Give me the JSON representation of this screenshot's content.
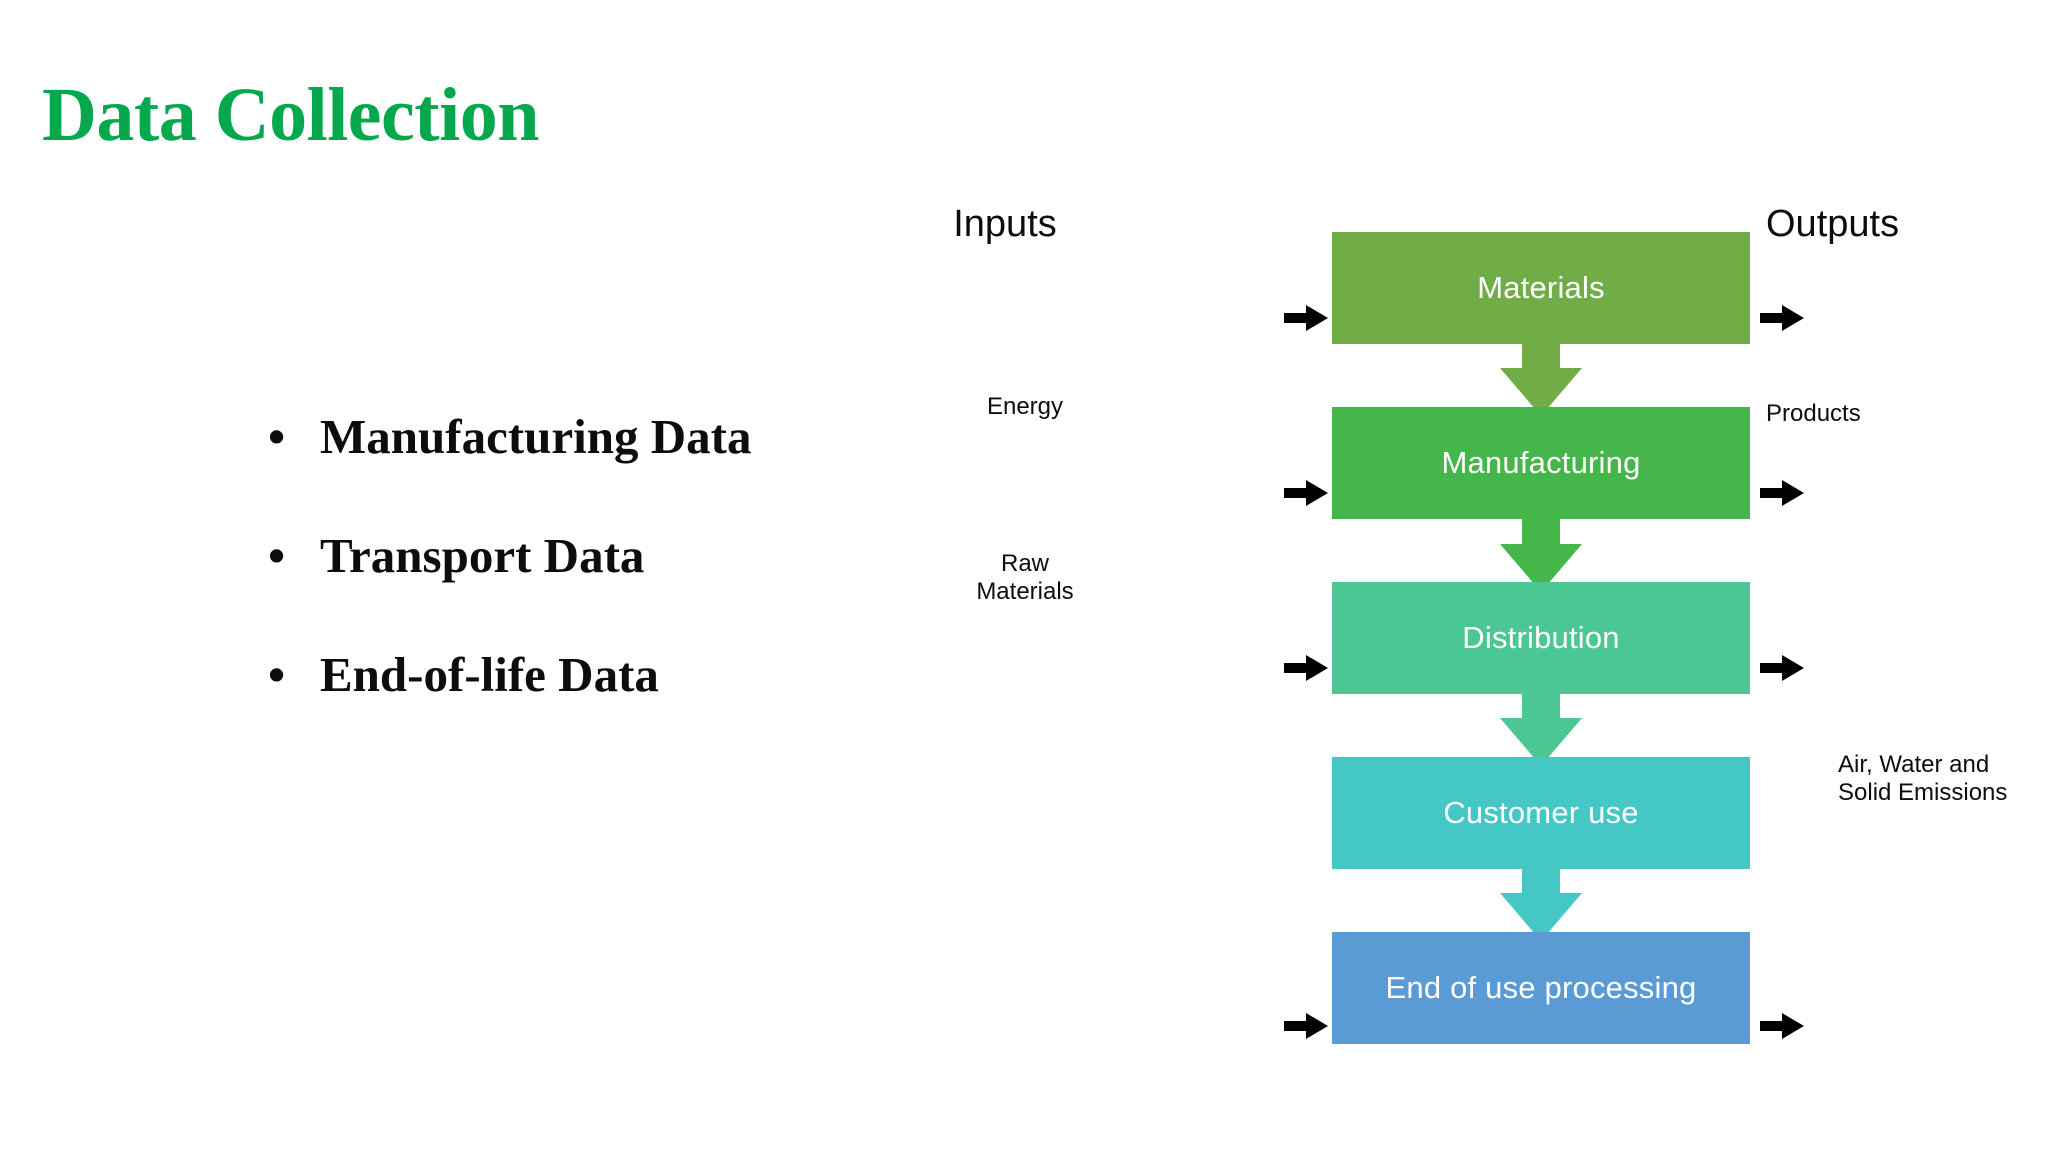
{
  "slide": {
    "title": "Data Collection",
    "title_color": "#06a84e",
    "background": "#ffffff"
  },
  "bullets": [
    {
      "marker": "•",
      "text": "Manufacturing Data"
    },
    {
      "marker": "•",
      "text": "Transport Data"
    },
    {
      "marker": "•",
      "text": "End-of-life Data"
    }
  ],
  "diagram": {
    "headers": {
      "inputs": "Inputs",
      "outputs": "Outputs"
    },
    "stages": [
      {
        "label": "Materials",
        "color": "#70ad47"
      },
      {
        "label": "Manufacturing",
        "color": "#45b649"
      },
      {
        "label": "Distribution",
        "color": "#4bc794"
      },
      {
        "label": "Customer use",
        "color": "#45c7c6"
      },
      {
        "label": "End of use processing",
        "color": "#5b9bd5"
      }
    ],
    "input_labels": [
      {
        "text": "Energy"
      },
      {
        "text": "Raw\nMaterials"
      }
    ],
    "output_labels": [
      {
        "text": "Products"
      },
      {
        "text": "Air, Water and\nSolid Emissions"
      }
    ],
    "arrow_color": "#000000"
  }
}
